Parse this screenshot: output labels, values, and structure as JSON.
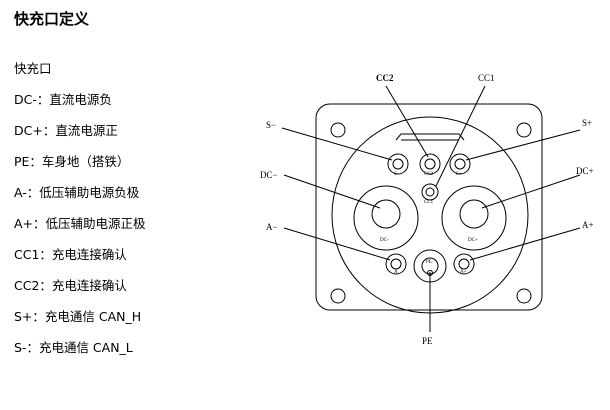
{
  "heading": "快充口定义",
  "definitions": [
    "快充口",
    "DC-：直流电源负",
    "DC+：直流电源正",
    "PE：车身地（搭铁）",
    "A-：低压辅助电源负极",
    "A+：低压辅助电源正极",
    "CC1：充电连接确认",
    "CC2：充电连接确认",
    "S+：充电通信 CAN_H",
    "S-：充电通信 CAN_L"
  ],
  "diagram": {
    "labels": {
      "cc2": "CC2",
      "cc1": "CC1",
      "s_minus": "S−",
      "s_plus": "S+",
      "dc_minus": "DC−",
      "dc_plus": "DC+",
      "a_minus": "A−",
      "a_plus": "A+",
      "pe": "PE"
    },
    "pin_marks": {
      "s_minus": "S-",
      "cc2": "CC2",
      "s_plus": "S+",
      "cc1": "CC1",
      "dc_minus": "DC-",
      "dc_plus": "DC+",
      "a_minus": "A",
      "a_plus": "A+",
      "pe": "PE"
    }
  }
}
